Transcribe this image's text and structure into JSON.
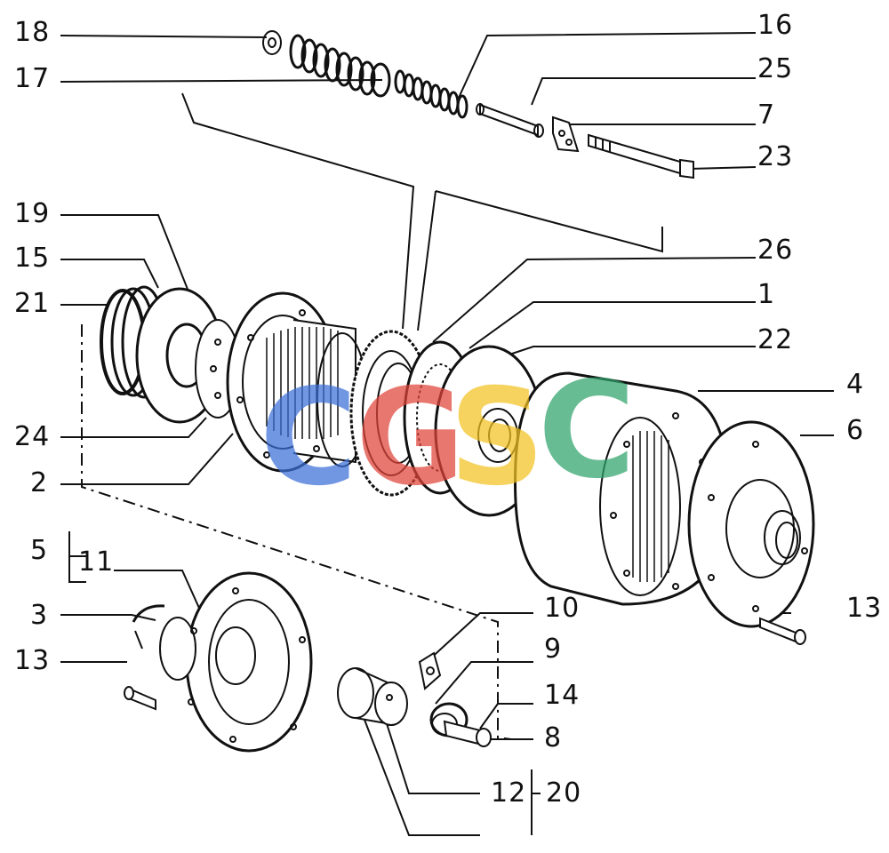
{
  "labels": {
    "l18": "18",
    "l17": "17",
    "l16": "16",
    "l25": "25",
    "l7": "7",
    "l23": "23",
    "l19": "19",
    "l15": "15",
    "l21": "21",
    "l26": "26",
    "l1": "1",
    "l22": "22",
    "l4": "4",
    "l6": "6",
    "l24": "24",
    "l2": "2",
    "l5": "5",
    "l11": "11",
    "l3": "3",
    "l13a": "13",
    "l13b": "13",
    "l10": "10",
    "l9": "9",
    "l14": "14",
    "l8": "8",
    "l12": "12",
    "l20": "20"
  },
  "watermark": {
    "letters": [
      "C",
      "G",
      "S",
      "C"
    ],
    "colors": [
      "#3b6fd8",
      "#e0443a",
      "#f3c322",
      "#2fa36a"
    ]
  },
  "colors": {
    "ink": "#111111",
    "paper": "#ffffff"
  }
}
